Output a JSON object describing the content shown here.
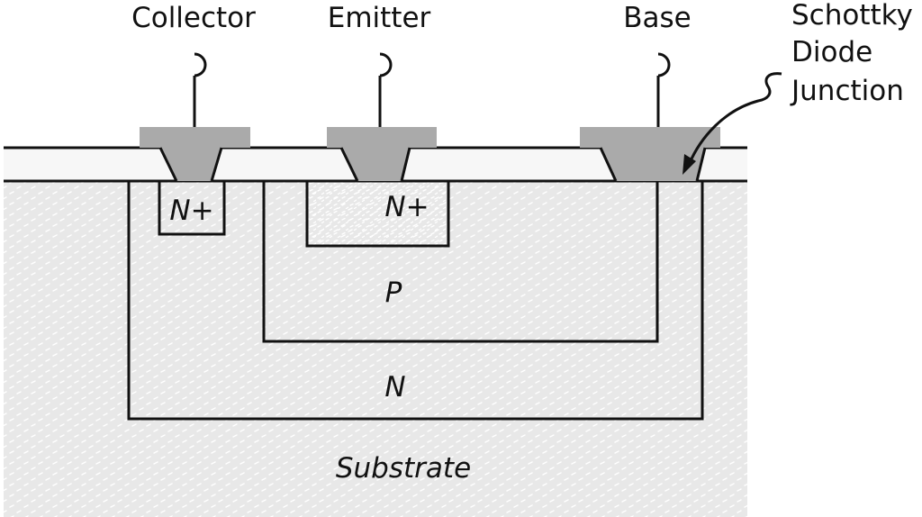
{
  "terminals": {
    "collector": "Collector",
    "emitter": "Emitter",
    "base": "Base"
  },
  "annotation": {
    "line1": "Schottky",
    "line2": "Diode",
    "line3": "Junction"
  },
  "regions": {
    "collector_contact": "N+",
    "emitter_region": "N+",
    "base_region": "P",
    "collector_region": "N",
    "substrate": "Substrate"
  },
  "colors": {
    "metal": "#aaaaaa",
    "oxide": "#f7f7f7",
    "silicon": "#e8e8e8",
    "outline": "#111111"
  }
}
